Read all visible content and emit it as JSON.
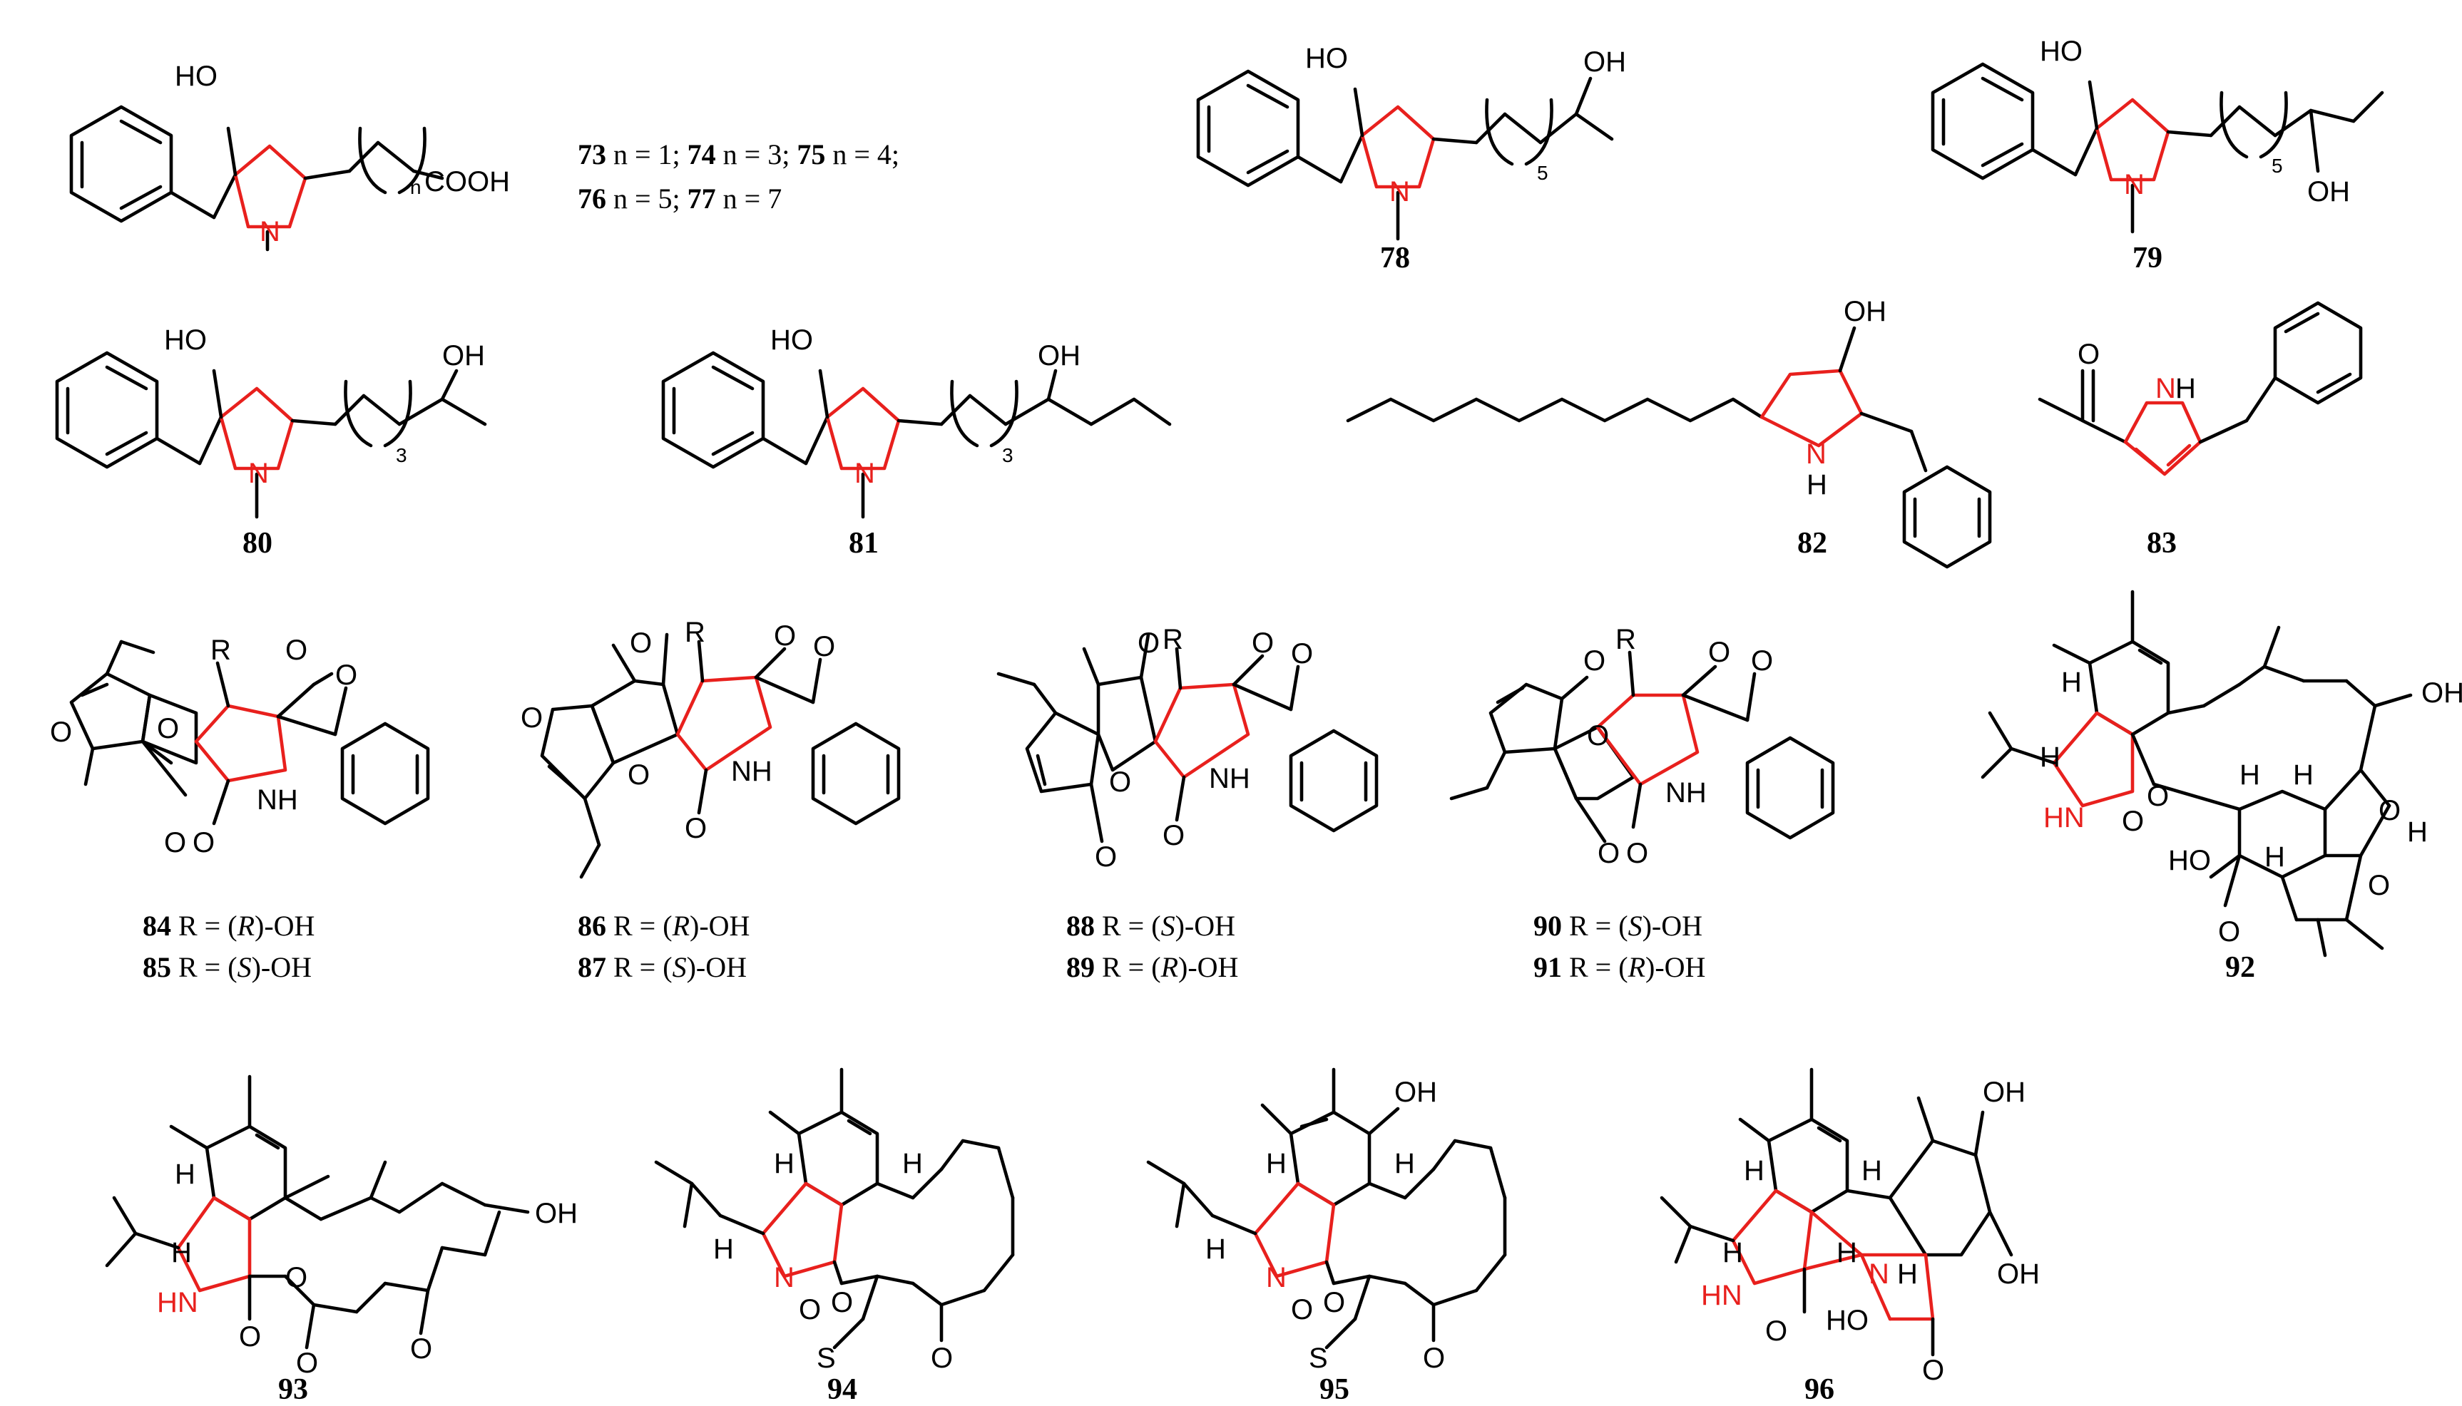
{
  "figure": {
    "compounds": [
      {
        "id": "73-77",
        "note_lines": [
          [
            {
              "b": "73"
            },
            {
              "t": " n = 1;  "
            },
            {
              "b": "74"
            },
            {
              "t": " n = 3;  "
            },
            {
              "b": "75"
            },
            {
              "t": " n = 4;"
            }
          ],
          [
            {
              "b": "76"
            },
            {
              "t": " n = 5;  "
            },
            {
              "b": "77"
            },
            {
              "t": " n = 7"
            }
          ]
        ]
      },
      {
        "id": "78",
        "label": "78"
      },
      {
        "id": "79",
        "label": "79"
      },
      {
        "id": "80",
        "label": "80"
      },
      {
        "id": "81",
        "label": "81"
      },
      {
        "id": "82",
        "label": "82"
      },
      {
        "id": "83",
        "label": "83"
      },
      {
        "id": "84-85",
        "captions": [
          {
            "num": "84",
            "pre": " R = (",
            "cfg": "R",
            "post": ")-OH"
          },
          {
            "num": "85",
            "pre": " R = (",
            "cfg": "S",
            "post": ")-OH"
          }
        ]
      },
      {
        "id": "86-87",
        "captions": [
          {
            "num": "86",
            "pre": " R = (",
            "cfg": "R",
            "post": ")-OH"
          },
          {
            "num": "87",
            "pre": " R = (",
            "cfg": "S",
            "post": ")-OH"
          }
        ]
      },
      {
        "id": "88-89",
        "captions": [
          {
            "num": "88",
            "pre": " R = (",
            "cfg": "S",
            "post": ")-OH"
          },
          {
            "num": "89",
            "pre": " R = (",
            "cfg": "R",
            "post": ")-OH"
          }
        ]
      },
      {
        "id": "90-91",
        "captions": [
          {
            "num": "90",
            "pre": " R = (",
            "cfg": "S",
            "post": ")-OH"
          },
          {
            "num": "91",
            "pre": " R = (",
            "cfg": "R",
            "post": ")-OH"
          }
        ]
      },
      {
        "id": "92",
        "label": "92"
      },
      {
        "id": "93",
        "label": "93"
      },
      {
        "id": "94",
        "label": "94"
      },
      {
        "id": "95",
        "label": "95"
      },
      {
        "id": "96",
        "label": "96"
      }
    ],
    "atoms": {
      "HO": "HO",
      "OH": "OH",
      "N": "N",
      "NH": "NH",
      "H": "H",
      "HN": "HN",
      "O": "O",
      "R": "R",
      "S": "S",
      "COOH": "COOH",
      "n": "n",
      "sub3": "3",
      "sub5": "5"
    }
  }
}
